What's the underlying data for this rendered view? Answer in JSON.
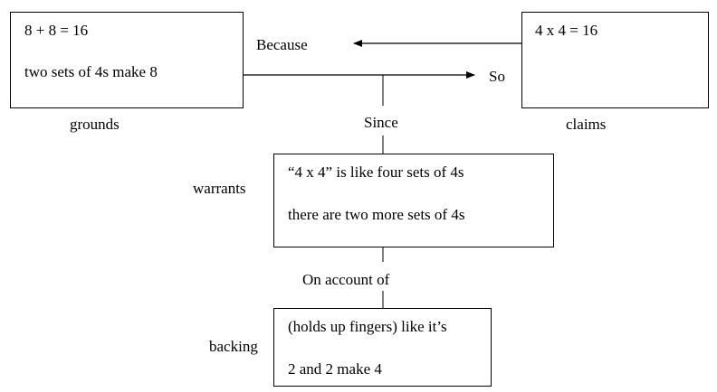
{
  "grounds": {
    "label": "grounds",
    "lines": [
      "8 + 8 = 16",
      "two sets of 4s make 8"
    ]
  },
  "claims": {
    "label": "claims",
    "lines": [
      "4 x 4 = 16"
    ]
  },
  "warrants": {
    "label": "warrants",
    "lines": [
      "“4 x 4” is like four sets of 4s",
      "there are two more sets of 4s"
    ]
  },
  "backing": {
    "label": "backing",
    "lines": [
      "(holds up fingers) like it’s",
      "2 and 2 make 4"
    ]
  },
  "connectors": {
    "because": "Because",
    "so": "So",
    "since": "Since",
    "on_account_of": "On account of"
  }
}
